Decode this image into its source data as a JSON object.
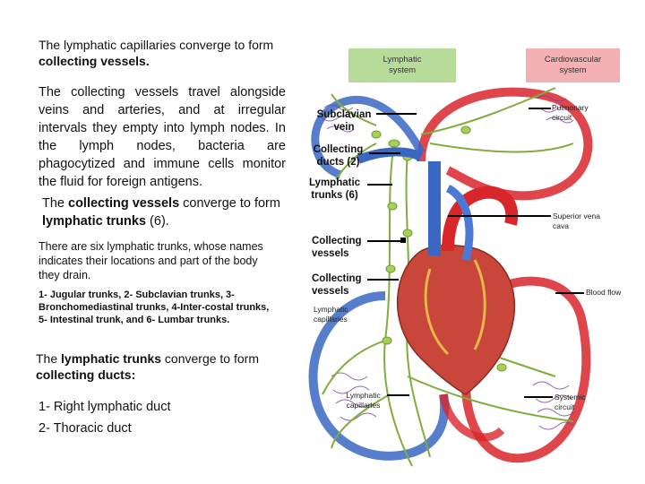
{
  "text": {
    "p1_normal": "The lymphatic capillaries converge to form",
    "p1_bold": "collecting vessels.",
    "p2": "The collecting vessels travel alongside veins and arteries, and at irregular intervals they empty into lymph nodes. In the lymph nodes, bacteria are phagocytized and immune cells monitor the fluid for foreign antigens.",
    "p3_a": "The ",
    "p3_b": "collecting vessels",
    "p3_c": " converge to form ",
    "p3_d": "lymphatic trunks",
    "p3_e": " (6).",
    "p4": "There are six lymphatic trunks, whose names indicates their locations and part of the body they drain.",
    "p5": "1- Jugular trunks, 2- Subclavian trunks, 3- Bronchomediastinal trunks, 4-Inter-costal trunks, 5- Intestinal trunk, and 6- Lumbar trunks.",
    "p6_a": "The ",
    "p6_b": "lymphatic trunks",
    "p6_c": " converge to form ",
    "p6_d": "collecting ducts:",
    "p7_1": "1- Right lymphatic duct",
    "p7_2": "2- Thoracic duct"
  },
  "diagram": {
    "legend_lymphatic": "Lymphatic system",
    "legend_cardio": "Cardiovascular system",
    "subclavian_vein": "Subclavian vein",
    "collecting_ducts": "Collecting ducts (2)",
    "lymphatic_trunks": "Lymphatic trunks (6)",
    "collecting_vessels_1": "Collecting vessels",
    "collecting_vessels_2": "Collecting vessels",
    "lymphatic_capillaries_1": "Lymphatic capillaries",
    "lymphatic_capillaries_2": "Lymphatic capillaries",
    "pulmonary_circuit": "Pulmonary circuit",
    "superior_vena_cava": "Superior vena cava",
    "blood_flow": "Blood flow",
    "systemic_circuit": "Systemic circuit",
    "colors": {
      "lymph": "#b7dc9a",
      "cardio": "#f3b1b3",
      "artery": "#d9262b",
      "vein": "#3a66c4",
      "lymph_vessel": "#7fae3c"
    }
  }
}
